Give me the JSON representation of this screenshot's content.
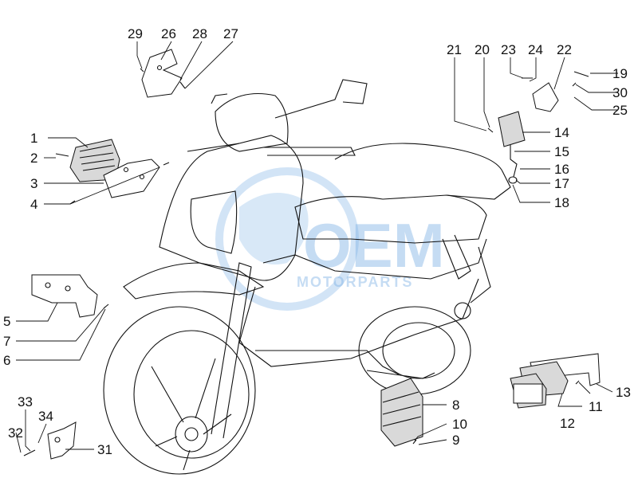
{
  "callouts": [
    "1",
    "2",
    "3",
    "4",
    "5",
    "6",
    "7",
    "8",
    "9",
    "10",
    "11",
    "12",
    "13",
    "14",
    "15",
    "16",
    "17",
    "18",
    "19",
    "20",
    "21",
    "22",
    "23",
    "24",
    "25",
    "26",
    "27",
    "28",
    "29",
    "30",
    "31",
    "32",
    "33",
    "34"
  ],
  "watermark": {
    "logo_text": "OEM",
    "subtitle": "MOTORPARTS"
  },
  "colors": {
    "line": "#111111",
    "watermark": "#7fb2e6",
    "background": "#ffffff"
  }
}
